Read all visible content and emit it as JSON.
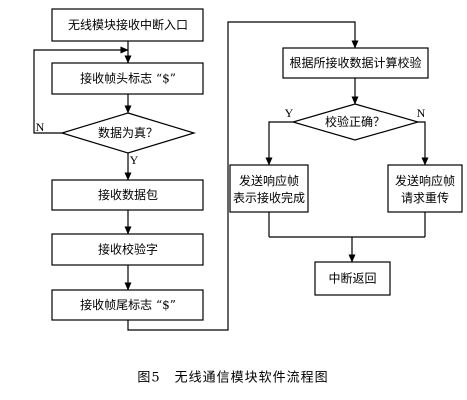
{
  "caption": "图5　无线通信模块软件流程图",
  "nodes": {
    "entry": "无线模块接收中断入口",
    "recv_header": "接收帧头标志 “$”",
    "decision_data": "数据为真？",
    "recv_packet": "接收数据包",
    "recv_checksum": "接收校验字",
    "recv_tail": "接收帧尾标志 “$”",
    "compute_check": "根据所接收数据计算校验",
    "decision_check": "校验正确？",
    "send_ack_line1": "发送响应帧",
    "send_ack_line2": "表示接收完成",
    "send_retry_line1": "发送响应帧",
    "send_retry_line2": "请求重传",
    "return": "中断返回"
  },
  "edge_labels": {
    "data_no": "N",
    "data_yes": "Y",
    "check_yes": "Y",
    "check_no": "N"
  }
}
